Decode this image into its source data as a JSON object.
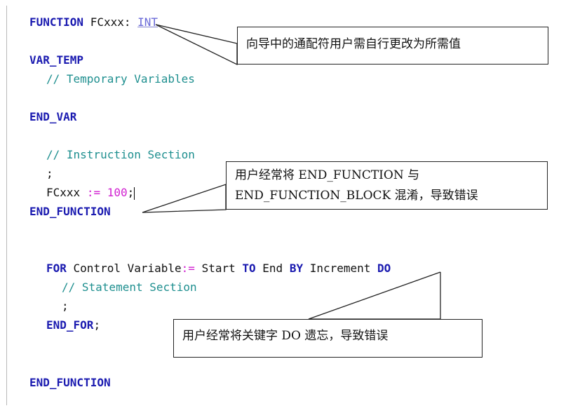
{
  "code": {
    "l1": {
      "kw": "FUNCTION",
      "name": " FCxxx:",
      "type": "INT"
    },
    "l2": {
      "kw": "VAR_TEMP"
    },
    "l3": {
      "comment": "// Temporary Variables"
    },
    "l4": {
      "kw": "END_VAR"
    },
    "l5": {
      "comment": "// Instruction Section"
    },
    "l6": {
      "text": ";"
    },
    "l7": {
      "name": "FCxxx",
      "op": ":=",
      "num": "100",
      "semi": ";"
    },
    "l8": {
      "kw": "END_FUNCTION"
    },
    "l9": {
      "kw_for": "FOR",
      "t1": " Control Variable",
      "op": ":=",
      "t2": " Start ",
      "kw_to": "TO",
      "t3": " End ",
      "kw_by": "BY",
      "t4": " Increment ",
      "kw_do": "DO"
    },
    "l10": {
      "comment": "// Statement Section"
    },
    "l11": {
      "text": ";"
    },
    "l12": {
      "kw": "END_FOR",
      "semi": ";"
    },
    "l13": {
      "kw": "END_FUNCTION"
    }
  },
  "callouts": {
    "c1": {
      "text": "向导中的通配符用户需自行更改为所需值"
    },
    "c2": {
      "line1": "用户经常将 END_FUNCTION 与",
      "line2": "END_FUNCTION_BLOCK 混淆，导致错误"
    },
    "c3": {
      "text": "用户经常将关键字 DO 遗忘，导致错误"
    }
  }
}
